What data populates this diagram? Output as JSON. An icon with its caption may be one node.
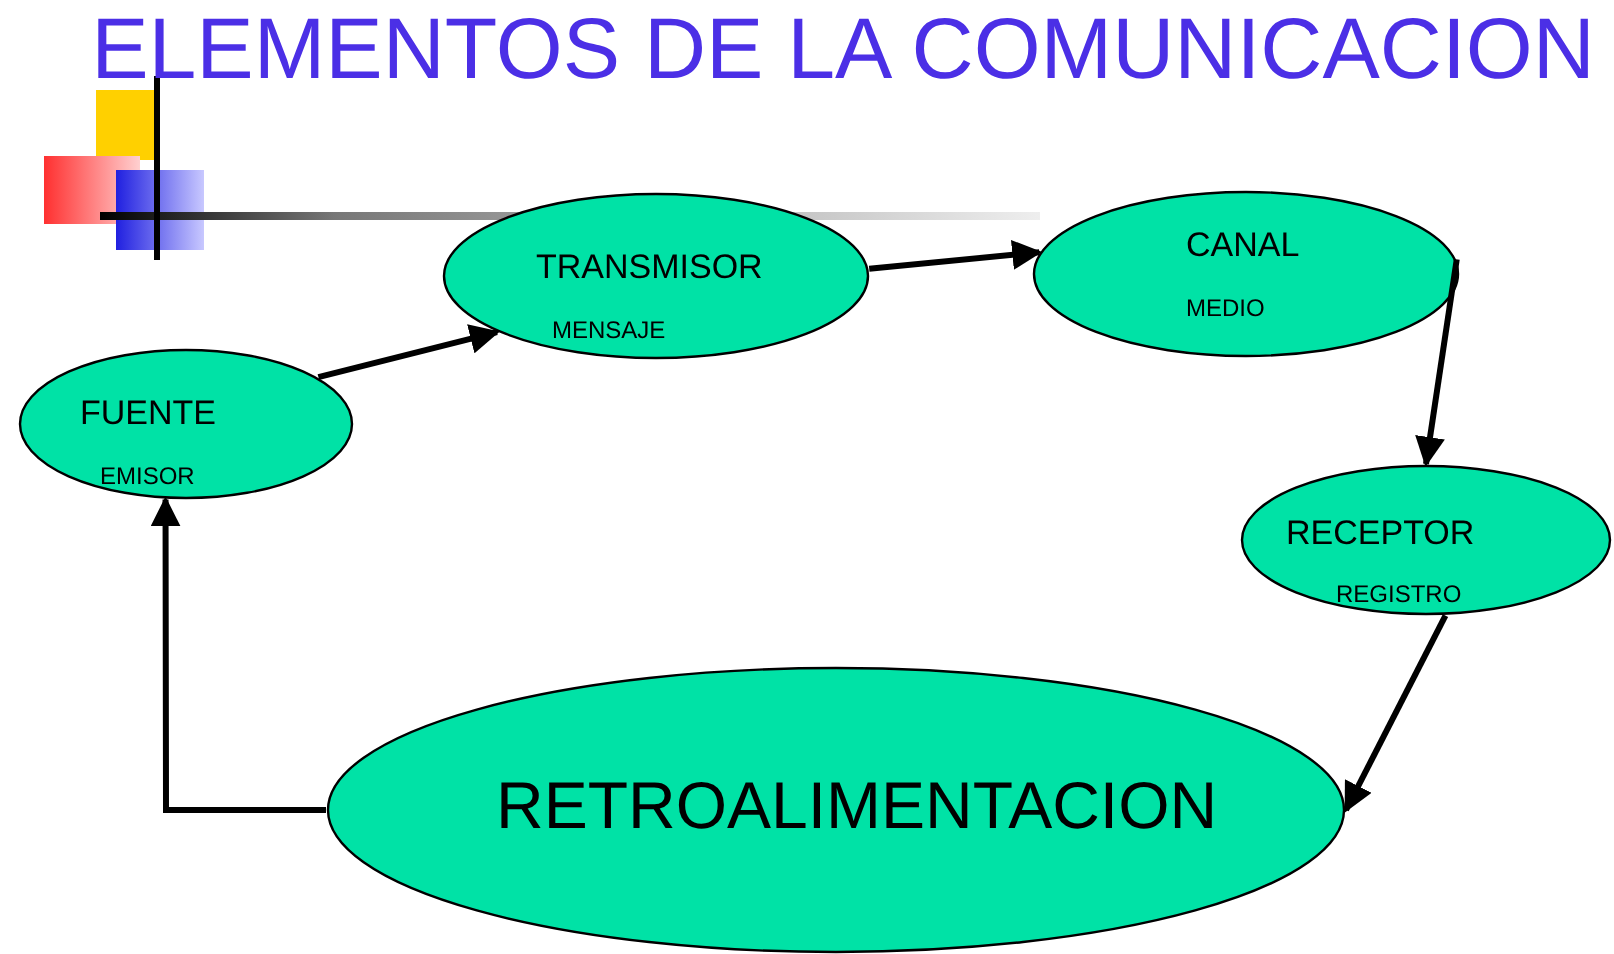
{
  "diagram": {
    "title": "ELEMENTOS DE LA COMUNICACION",
    "nodes": [
      {
        "text": [
          "FUENTE",
          "EMISOR"
        ]
      },
      {
        "text": [
          "TRANSMISOR",
          "MENSAJE"
        ]
      },
      {
        "text": [
          "CANAL",
          "MEDIO"
        ]
      },
      {
        "text": [
          "RECEPTOR",
          "REGISTRO"
        ]
      },
      {
        "text": [
          "RETROALIMENTACION"
        ]
      }
    ],
    "edges": [
      {
        "from": 0,
        "to": 1,
        "arrow": "to"
      },
      {
        "from": 1,
        "to": 2,
        "arrow": "to"
      },
      {
        "from": 2,
        "to": 3,
        "arrow": "to"
      },
      {
        "from": 3,
        "to": 4,
        "arrow": "to"
      },
      {
        "from": 4,
        "to": 0,
        "arrow": "to"
      }
    ]
  }
}
